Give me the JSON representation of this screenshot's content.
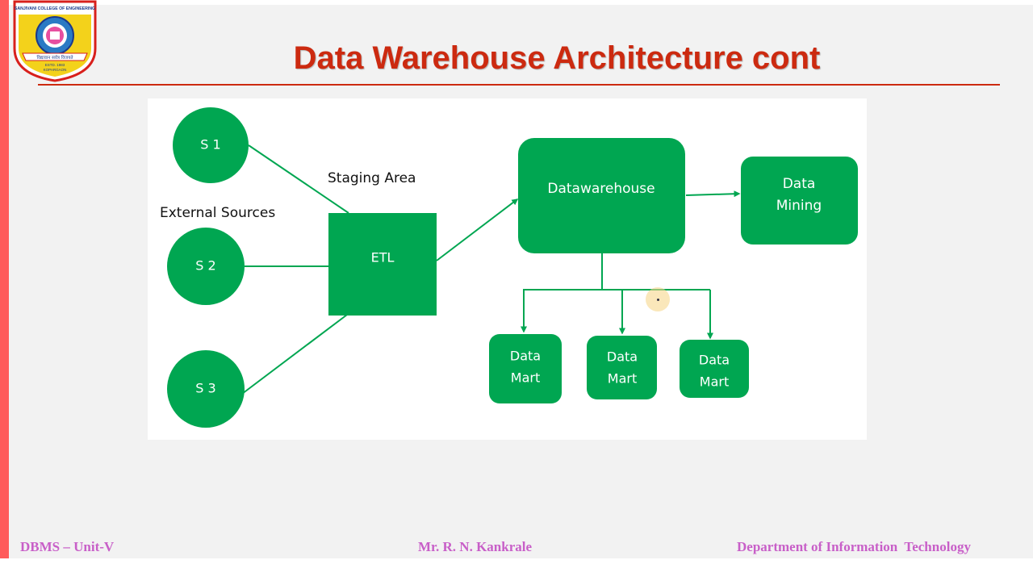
{
  "slide": {
    "title": "Data Warehouse Architecture cont",
    "logo": {
      "name": "SANJIVANI COLLEGE OF ENGINEERING",
      "motto": "विद्यावान सर्वत्र विजयते",
      "established": "ESTD. 1983",
      "location": "KOPARGAON"
    }
  },
  "diagram": {
    "sources": [
      "S 1",
      "S 2",
      "S 3"
    ],
    "external_sources_label": "External Sources",
    "staging_label": "Staging Area",
    "etl": "ETL",
    "warehouse": "Datawarehouse",
    "mining": [
      "Data",
      "Mining"
    ],
    "marts": [
      [
        "Data",
        "Mart"
      ],
      [
        "Data",
        "Mart"
      ],
      [
        "Data",
        "Mart"
      ]
    ]
  },
  "footer": {
    "left": "DBMS – Unit-V",
    "center": "Mr. R. N. Kankrale",
    "right": "Department of Information  Technology"
  },
  "colors": {
    "node_green": "#00a651",
    "title_red": "#cc2a10",
    "footer_pink": "#c85fc8",
    "accent_bar": "#ff5a5a"
  }
}
